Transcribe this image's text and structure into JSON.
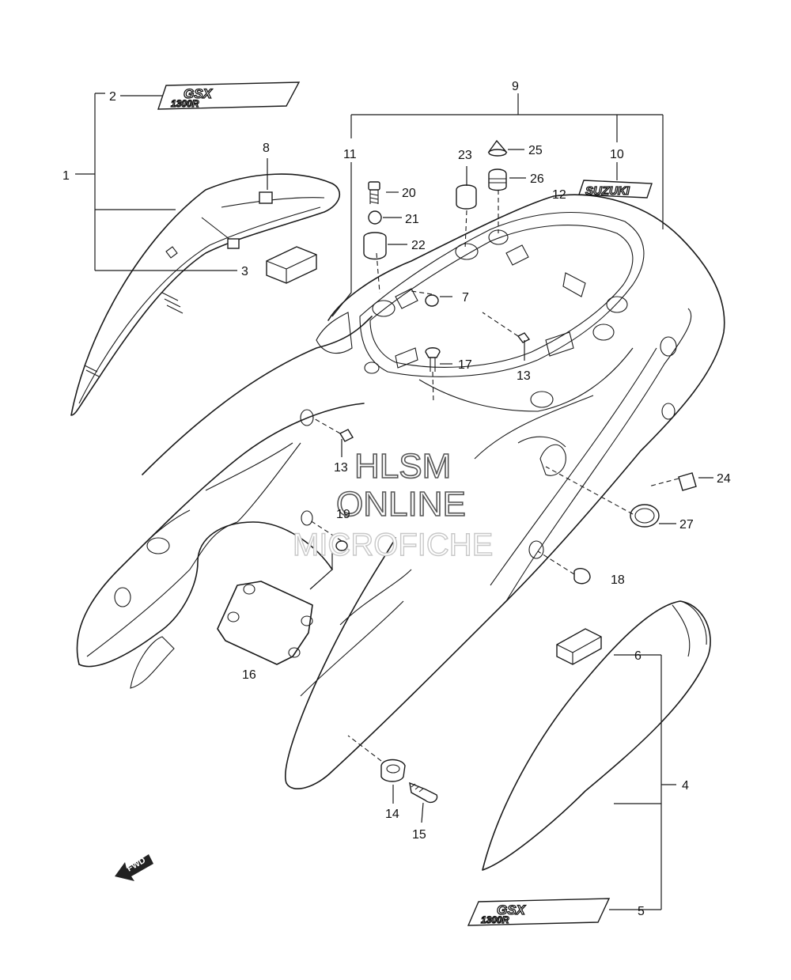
{
  "callouts": [
    {
      "id": "c1",
      "text": "1"
    },
    {
      "id": "c2",
      "text": "2"
    },
    {
      "id": "c3",
      "text": "3"
    },
    {
      "id": "c4",
      "text": "4"
    },
    {
      "id": "c5",
      "text": "5"
    },
    {
      "id": "c6",
      "text": "6"
    },
    {
      "id": "c7",
      "text": "7"
    },
    {
      "id": "c8",
      "text": "8"
    },
    {
      "id": "c9",
      "text": "9"
    },
    {
      "id": "c10",
      "text": "10"
    },
    {
      "id": "c11",
      "text": "11"
    },
    {
      "id": "c12",
      "text": "12"
    },
    {
      "id": "c13a",
      "text": "13"
    },
    {
      "id": "c13b",
      "text": "13"
    },
    {
      "id": "c14",
      "text": "14"
    },
    {
      "id": "c15",
      "text": "15"
    },
    {
      "id": "c16",
      "text": "16"
    },
    {
      "id": "c17",
      "text": "17"
    },
    {
      "id": "c18",
      "text": "18"
    },
    {
      "id": "c19",
      "text": "19"
    },
    {
      "id": "c20",
      "text": "20"
    },
    {
      "id": "c21",
      "text": "21"
    },
    {
      "id": "c22",
      "text": "22"
    },
    {
      "id": "c23",
      "text": "23"
    },
    {
      "id": "c24",
      "text": "24"
    },
    {
      "id": "c25",
      "text": "25"
    },
    {
      "id": "c26",
      "text": "26"
    },
    {
      "id": "c27",
      "text": "27"
    }
  ],
  "watermark": {
    "line1": "HLSM",
    "line2": "ONLINE",
    "line3": "MICROFICHE"
  },
  "emblems": {
    "top_line1": "GSX",
    "top_line2": "1300R",
    "brand": "SUZUKI",
    "bottom_line1": "GSX",
    "bottom_line2": "1300R"
  },
  "fwd_label": "FWD"
}
